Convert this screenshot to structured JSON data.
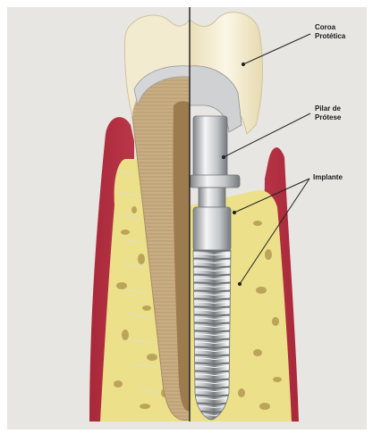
{
  "labels": {
    "coroa_line1": "Coroa",
    "coroa_line2": "Protética",
    "pilar_line1": "Pilar de",
    "pilar_line2": "Prótese",
    "implante": "Implante"
  },
  "colors": {
    "background": "#e7e6e3",
    "gum": "#c8394a",
    "gum_dark": "#9e2433",
    "bone": "#ece18a",
    "bone_pores": "#b49a52",
    "enamel": "#f3ecd2",
    "dentin": "#cbb38c",
    "pulp": "#9c7b4f",
    "metal": "#c9cbcd",
    "metal_dark": "#8d9093",
    "leader_line": "#222222"
  }
}
